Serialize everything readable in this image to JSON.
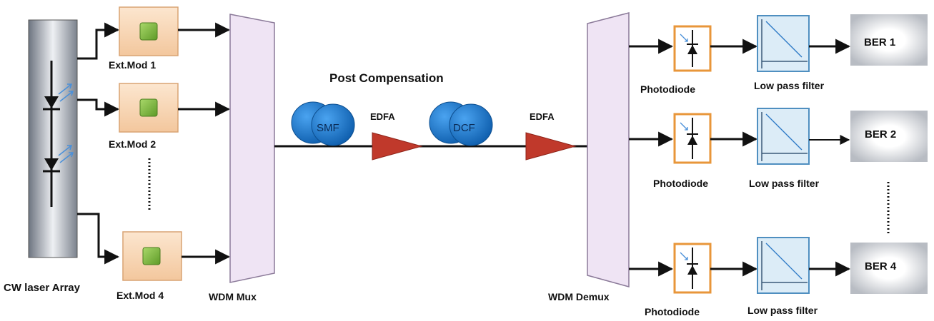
{
  "source": {
    "label": "CW laser Array"
  },
  "modulators": [
    {
      "label": "Ext.Mod 1"
    },
    {
      "label": "Ext.Mod 2"
    },
    {
      "label": "Ext.Mod 4"
    }
  ],
  "mux": {
    "label": "WDM Mux"
  },
  "section": {
    "title": "Post Compensation"
  },
  "fibers": [
    {
      "label": "SMF"
    },
    {
      "label": "DCF"
    }
  ],
  "amplifiers": [
    {
      "label": "EDFA"
    },
    {
      "label": "EDFA"
    }
  ],
  "demux": {
    "label": "WDM Demux"
  },
  "receivers": [
    {
      "photodiode": "Photodiode",
      "filter": "Low pass filter",
      "ber": "BER 1"
    },
    {
      "photodiode": "Photodiode",
      "filter": "Low pass filter",
      "ber": "BER 2"
    },
    {
      "photodiode": "Photodiode",
      "filter": "Low pass filter",
      "ber": "BER 4"
    }
  ],
  "colors": {
    "modulator_box": "#f8d6b4",
    "modulator_core": "#7bb83a",
    "mux": "#efe4f4",
    "mux_border": "#8b7a99",
    "fiber": "#1e73c8",
    "edfa": "#c0392b",
    "photodiode_border": "#e8963a",
    "filter_fill": "#dcecf7",
    "filter_border": "#4f8fc0"
  }
}
